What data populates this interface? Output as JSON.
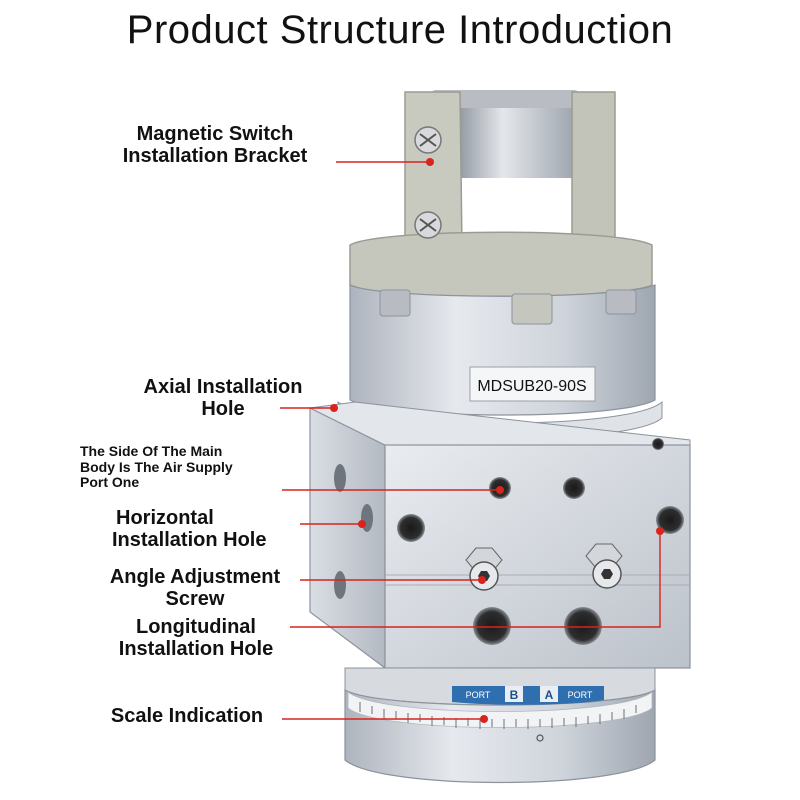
{
  "title": "Product Structure Introduction",
  "model_label": "MDSUB20-90S",
  "scale_ring": {
    "port_b_text": "PORT",
    "port_b_letter": "B",
    "port_a_letter": "A",
    "port_a_text": "PORT"
  },
  "callouts": [
    {
      "id": "magnetic-switch-bracket",
      "lines": [
        "Magnetic Switch",
        "Installation Bracket"
      ]
    },
    {
      "id": "axial-installation-hole",
      "lines": [
        "Axial Installation",
        "Hole"
      ]
    },
    {
      "id": "air-supply-port",
      "lines": [
        "The Side Of The Main",
        "Body Is The Air Supply",
        "Port One"
      ]
    },
    {
      "id": "horizontal-installation-hole",
      "lines": [
        "Horizontal",
        "Installation Hole"
      ]
    },
    {
      "id": "angle-adjustment-screw",
      "lines": [
        "Angle Adjustment",
        "Screw"
      ]
    },
    {
      "id": "longitudinal-installation-hole",
      "lines": [
        "Longitudinal",
        "Installation Hole"
      ]
    },
    {
      "id": "scale-indication",
      "lines": [
        "Scale Indication"
      ]
    }
  ],
  "colors": {
    "leader": "#d9231d",
    "bracket": "#c8c9c0",
    "aluminum": "#c9ced6",
    "port_band": "#2f6fb0"
  }
}
